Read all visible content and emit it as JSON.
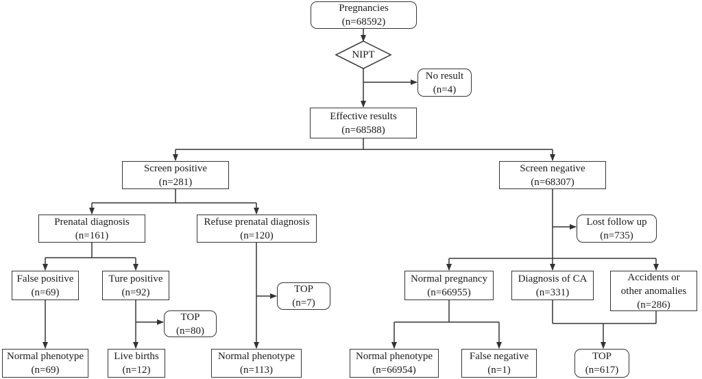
{
  "flowchart": {
    "pregnancies": {
      "label": "Pregnancies",
      "count": "(n=68592)"
    },
    "nipt": {
      "label": "NIPT"
    },
    "no_result": {
      "label": "No result",
      "count": "(n=4)"
    },
    "effective_results": {
      "label": "Effective results",
      "count": "(n=68588)"
    },
    "screen_positive": {
      "label": "Screen positive",
      "count": "(n=281)"
    },
    "screen_negative": {
      "label": "Screen negative",
      "count": "(n=68307)"
    },
    "prenatal_diagnosis": {
      "label": "Prenatal diagnosis",
      "count": "(n=161)"
    },
    "refuse_prenatal_diagnosis": {
      "label": "Refuse prenatal diagnosis",
      "count": "(n=120)"
    },
    "lost_follow_up": {
      "label": "Lost follow up",
      "count": "(n=735)"
    },
    "false_positive": {
      "label": "False positive",
      "count": "(n=69)"
    },
    "ture_positive": {
      "label": "Ture positive",
      "count": "(n=92)"
    },
    "top_refused": {
      "label": "TOP",
      "count": "(n=7)"
    },
    "top_true_positive": {
      "label": "TOP",
      "count": "(n=80)"
    },
    "normal_pregnancy": {
      "label": "Normal pregnancy",
      "count": "(n=66955)"
    },
    "diagnosis_of_ca": {
      "label": "Diagnosis of CA",
      "count": "(n=331)"
    },
    "accidents_other_anomalies": {
      "label_line1": "Accidents or",
      "label_line2": "other anomalies",
      "count": "(n=286)"
    },
    "normal_phenotype_fp": {
      "label": "Normal phenotype",
      "count": "(n=69)"
    },
    "live_births": {
      "label": "Live births",
      "count": "(n=12)"
    },
    "normal_phenotype_refused": {
      "label": "Normal phenotype",
      "count": "(n=113)"
    },
    "normal_phenotype_np": {
      "label": "Normal phenotype",
      "count": "(n=66954)"
    },
    "false_negative": {
      "label": "False negative",
      "count": "(n=1)"
    },
    "top_negative": {
      "label": "TOP",
      "count": "(n=617)"
    }
  }
}
